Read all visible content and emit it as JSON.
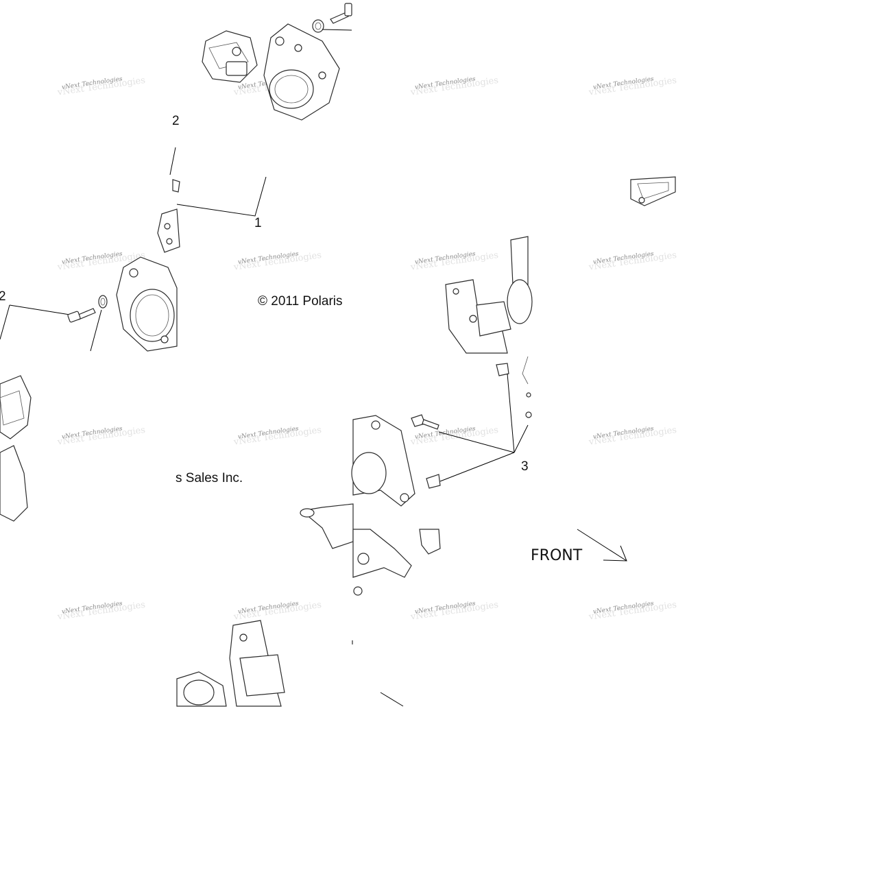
{
  "diagram": {
    "callouts": {
      "c1": "1",
      "c2a": "2",
      "c2b": "2",
      "c3": "3"
    },
    "copyright": {
      "part1": "© 2011 Polaris",
      "part2": "s Sales Inc."
    },
    "direction_label": "FRONT",
    "watermark_text": "vNext Technologies"
  }
}
